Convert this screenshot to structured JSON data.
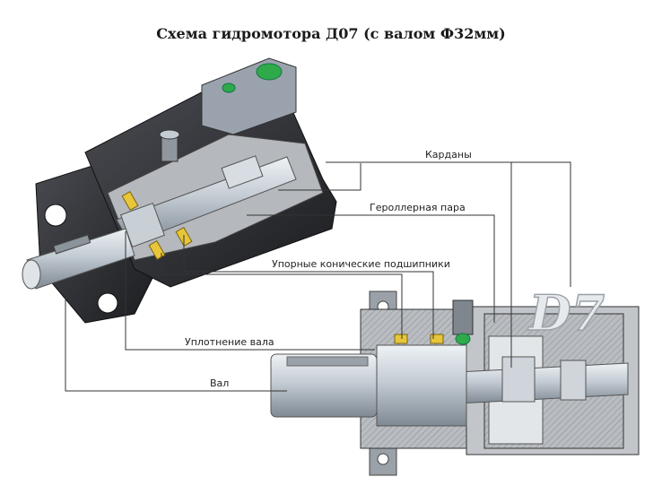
{
  "title": "Схема гидромотора Д07 (с валом Ф32мм)",
  "labels": {
    "kardany": "Карданы",
    "gerotor": "Героллерная пара",
    "bearings": "Упорные конические подшипники",
    "seal": "Уплотнение вала",
    "shaft": "Вал"
  },
  "logo": "D7",
  "colors": {
    "body_dark": "#2e2f33",
    "steel": "#c4ccd4",
    "cut_face": "#b5b8bc",
    "roller": "#e8c63a",
    "port": "#2faa4a",
    "leader": "#333333"
  }
}
